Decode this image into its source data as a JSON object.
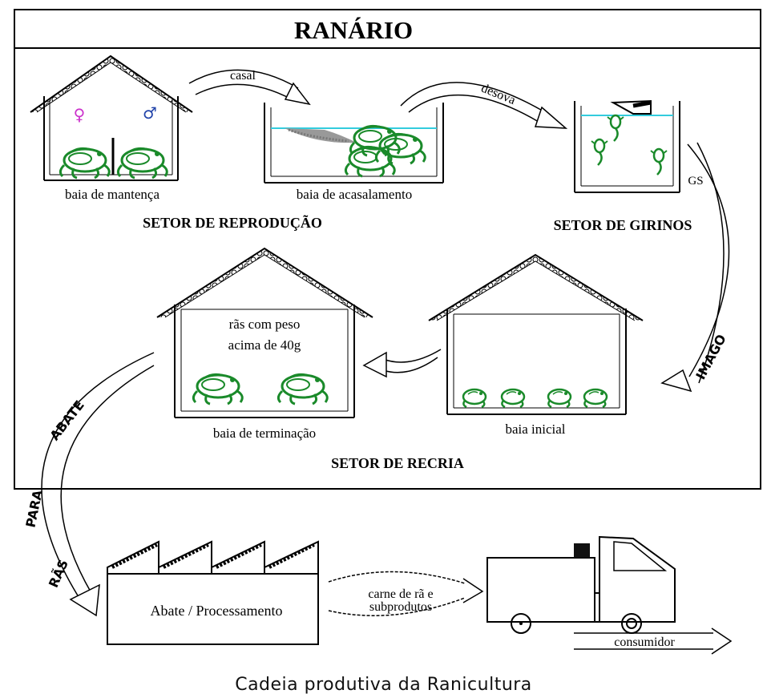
{
  "title": "RANÁRIO",
  "caption": "Cadeia produtiva da Ranicultura",
  "sectors": {
    "reproducao": "SETOR DE REPRODUÇÃO",
    "girinos": "SETOR DE GIRINOS",
    "recria": "SETOR DE RECRIA"
  },
  "tanks": {
    "mantenca": "baia de mantença",
    "acasalamento": "baia de acasalamento",
    "girinos_code": "GS",
    "inicial": "baia inicial",
    "terminacao": "baia de terminação",
    "terminacao_note_1": "rãs com peso",
    "terminacao_note_2": "acima de 40g"
  },
  "symbols": {
    "female": "♀",
    "male": "♂",
    "female_color": "#cc33cc",
    "male_color": "#2244aa"
  },
  "arrows": {
    "casal": "casal",
    "desova": "desova",
    "imago": "IMAGO",
    "abate": "ABATE",
    "para": "PARA",
    "ras": "RÃS",
    "carne_1": "carne de rã e",
    "carne_2": "subprodutos",
    "consumidor": "consumidor"
  },
  "processing": {
    "label": "Abate / Processamento"
  },
  "colors": {
    "frog": "#1a8a2a",
    "water": "#33ccdd"
  }
}
